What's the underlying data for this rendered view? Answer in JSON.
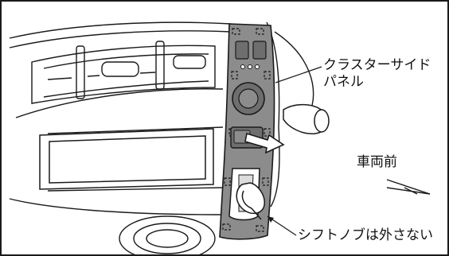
{
  "labels": {
    "cluster_side_panel_line1": "クラスターサイド",
    "cluster_side_panel_line2": "パネル",
    "vehicle_front": "車両前",
    "shift_knob_note": "シフトノブは外さない"
  },
  "colors": {
    "line": "#1a1a1a",
    "panel_fill": "#8c8c8c",
    "highlight_fill": "#6e6e6e",
    "background": "#ffffff"
  }
}
